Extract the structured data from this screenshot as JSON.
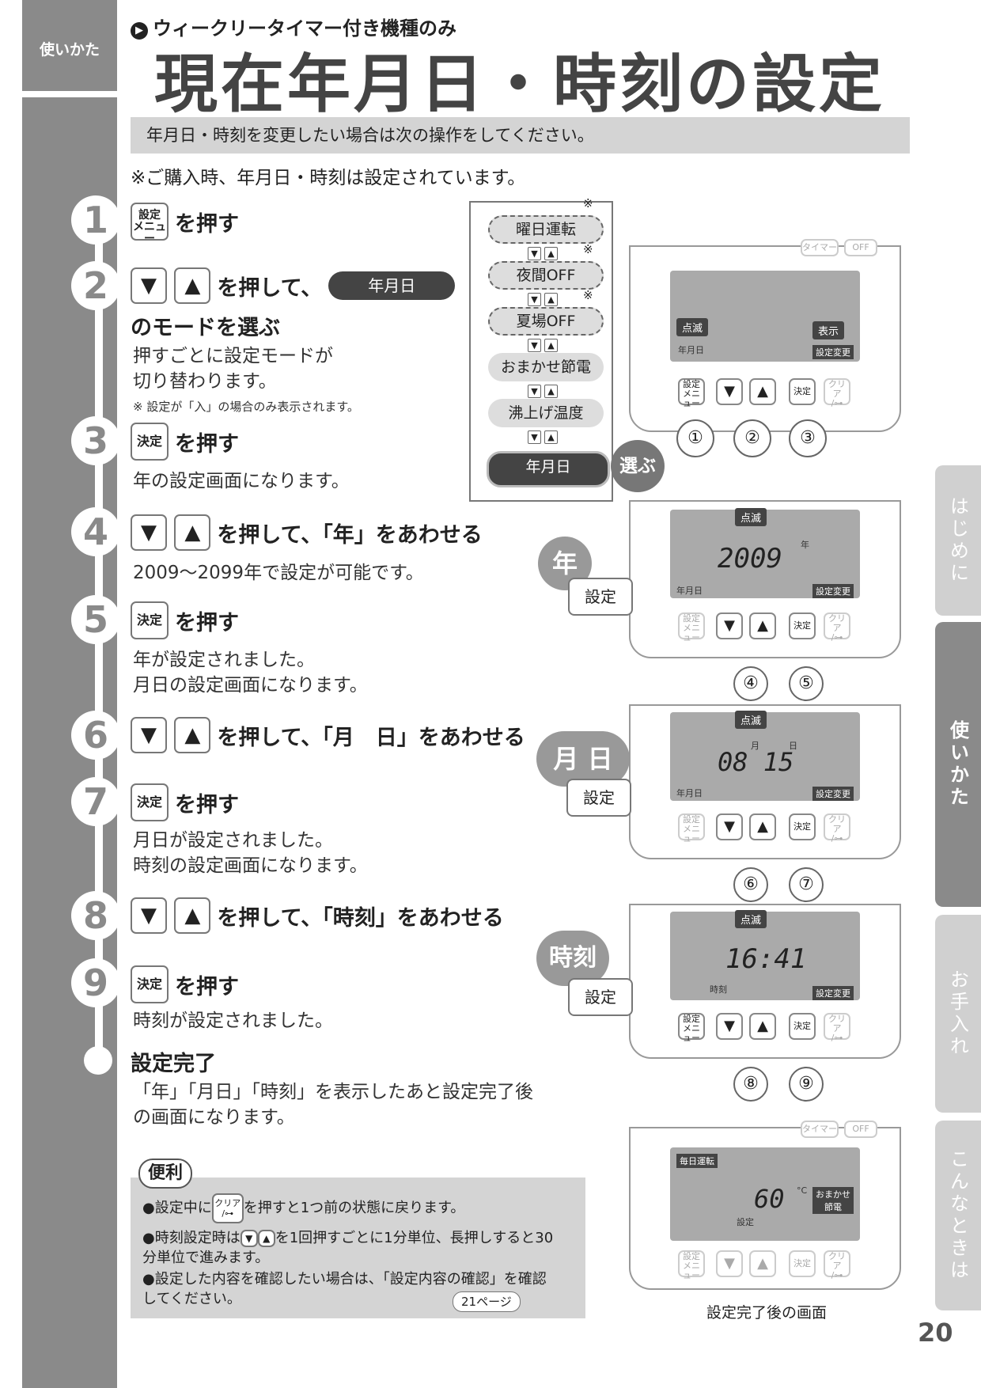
{
  "rail_label": "使いかた",
  "header": {
    "note": "ウィークリータイマー付き機種のみ",
    "title": "現在年月日・時刻の設定",
    "intro": "年月日・時刻を変更したい場合は次の操作をしてください。",
    "purchase_note": "※ご購入時、年月日・時刻は設定されています。"
  },
  "keys": {
    "menu": "設定\nメニュー",
    "ok": "決定",
    "down": "▼",
    "up": "▲",
    "clear": "クリア\n/⊶"
  },
  "steps": [
    {
      "num": "1",
      "action": "を押す"
    },
    {
      "num": "2",
      "action": "を押して、",
      "pill": "年月日",
      "action2": "のモードを選ぶ",
      "desc": [
        "押すごとに設定モードが",
        "切り替わります。"
      ],
      "footnote": "※ 設定が「入」の場合のみ表示されます。"
    },
    {
      "num": "3",
      "action": "を押す",
      "desc": [
        "年の設定画面になります。"
      ]
    },
    {
      "num": "4",
      "action": "を押して、「年」をあわせる",
      "desc": [
        "2009〜2099年で設定が可能です。"
      ]
    },
    {
      "num": "5",
      "action": "を押す",
      "desc": [
        "年が設定されました。",
        "月日の設定画面になります。"
      ]
    },
    {
      "num": "6",
      "action": "を押して、「月　日」をあわせる"
    },
    {
      "num": "7",
      "action": "を押す",
      "desc": [
        "月日が設定されました。",
        "時刻の設定画面になります。"
      ]
    },
    {
      "num": "8",
      "action": "を押して、「時刻」をあわせる"
    },
    {
      "num": "9",
      "action": "を押す",
      "desc": [
        "時刻が設定されました。"
      ]
    }
  ],
  "complete": {
    "title": "設定完了",
    "desc": [
      "「年」「月日」「時刻」を表示したあと設定完了後",
      "の画面になります。"
    ]
  },
  "mode_panel": {
    "items": [
      "曜日運転",
      "夜間OFF",
      "夏場OFF",
      "おまかせ節電",
      "沸上げ温度",
      "年月日"
    ],
    "asterisk": "※",
    "select_label": "選ぶ"
  },
  "devices": {
    "timer_label": "タイマー",
    "off_label": "OFF",
    "blink": "点滅",
    "display": "表示",
    "setting_change": "設定変更",
    "ymd": "年月日",
    "year_unit": "年",
    "month_unit": "月",
    "day_unit": "日",
    "time_unit": "時刻",
    "lcd_year": "2009",
    "lcd_md": "08 15",
    "lcd_time": "16:41",
    "lcd_temp": "60",
    "temp_unit": "°C",
    "daily_run": "毎日運転",
    "omakase": "おまかせ\n節電",
    "setting_small": "設定",
    "hands": [
      "①",
      "②",
      "③",
      "④",
      "⑤",
      "⑥",
      "⑦",
      "⑧",
      "⑨"
    ],
    "labels": {
      "year": "年",
      "monthday": "月 日",
      "time": "時刻",
      "setting": "設定"
    },
    "done_caption": "設定完了後の画面"
  },
  "tips": {
    "title": "便利",
    "items": [
      {
        "pre": "●設定中に",
        "post": "を押すと1つ前の状態に戻ります。"
      },
      {
        "pre": "●時刻設定時は",
        "post": "を1回押すごとに1分単位、長押しすると30分単位で進みます。"
      },
      {
        "text": "●設定した内容を確認したい場合は、「設定内容の確認」を確認してください。"
      }
    ],
    "page_ref": "21ページ"
  },
  "tabs": [
    "はじめに",
    "使いかた",
    "お手入れ",
    "こんなときは"
  ],
  "page_number": "20"
}
